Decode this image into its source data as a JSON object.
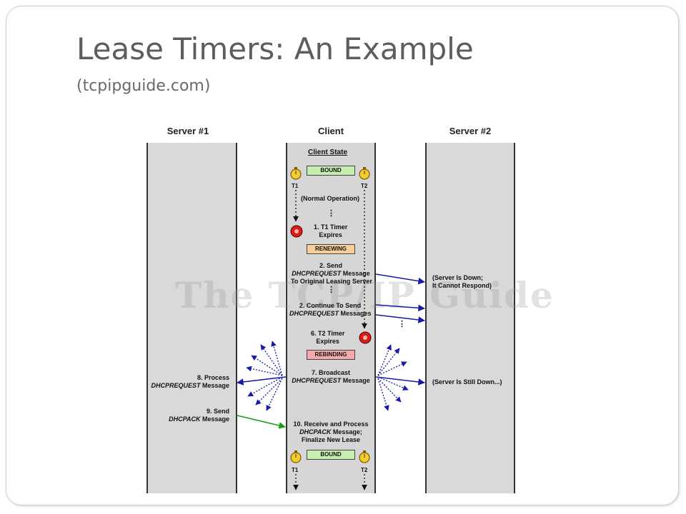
{
  "slide": {
    "title": "Lease Timers: An Example",
    "subtitle": "(tcpipguide.com)"
  },
  "diagram": {
    "columns": {
      "server1": "Server #1",
      "client": "Client",
      "server2": "Server #2"
    },
    "client_state_heading": "Client State",
    "states": {
      "bound": "BOUND",
      "renewing": "RENEWING",
      "rebinding": "REBINDING"
    },
    "timers": {
      "t1": "T1",
      "t2": "T2"
    },
    "watermark": "The TCP/IP Guide",
    "ellipsis": "⋮",
    "steps": {
      "normal_operation": "(Normal Operation)",
      "s1_line1": "1. T1 Timer",
      "s1_line2": "Expires",
      "s2_line1": "2. Send",
      "s2_line2_msg": "DHCPREQUEST",
      "s2_line2_rest": " Message",
      "s2_line3": "To Original Leasing Server",
      "s2b_line1": "2. Continue To Send",
      "s2b_line2_msg": "DHCPREQUEST",
      "s2b_line2_rest": " Messages",
      "s6_line1": "6. T2 Timer",
      "s6_line2": "Expires",
      "s7_line1": "7. Broadcast",
      "s7_line2_msg": "DHCPREQUEST",
      "s7_line2_rest": " Message",
      "s8_line1": "8. Process",
      "s8_line2_msg": "DHCPREQUEST",
      "s8_line2_rest": " Message",
      "s9_line1": "9. Send",
      "s9_line2_msg": "DHCPACK",
      "s9_line2_rest": " Message",
      "s10_line1": "10. Receive and Process",
      "s10_line2_msg": "DHCPACK",
      "s10_line2_rest": " Message;",
      "s10_line3": "Finalize New Lease"
    },
    "server2_notes": {
      "down_line1": "(Server Is Down;",
      "down_line2": "It Cannot Respond)",
      "still_down": "(Server Is Still Down...)"
    },
    "colors": {
      "request_arrow": "#1a1aa8",
      "ack_arrow": "#1a9e1a",
      "lane": "#d9d9d9"
    }
  }
}
